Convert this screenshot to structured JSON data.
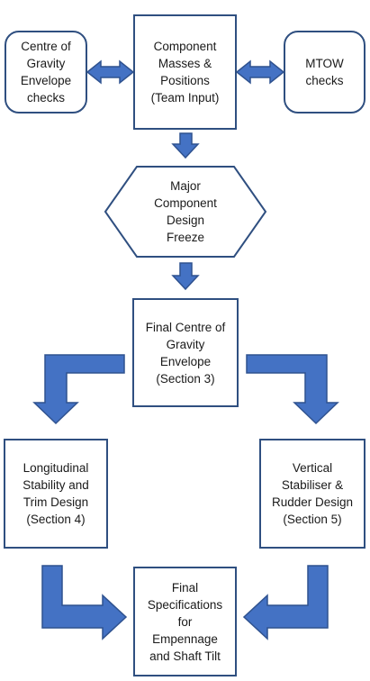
{
  "nodes": {
    "cg_envelope_checks": "Centre of\nGravity\nEnvelope\nchecks",
    "component_masses": "Component\nMasses &\nPositions\n(Team Input)",
    "mtow_checks": "MTOW\nchecks",
    "design_freeze": "Major\nComponent\nDesign\nFreeze",
    "final_cg_envelope": "Final Centre of\nGravity\nEnvelope\n(Section 3)",
    "longitudinal_stability": "Longitudinal\nStability and\nTrim Design\n(Section 4)",
    "vertical_stabiliser": "Vertical\nStabiliser &\nRudder Design\n(Section 5)",
    "final_specifications": "Final\nSpecifications\nfor\nEmpennage\nand Shaft Tilt"
  },
  "colors": {
    "box_border": "#2f4f80",
    "arrow_fill": "#4472c4",
    "arrow_stroke": "#2f528f"
  }
}
